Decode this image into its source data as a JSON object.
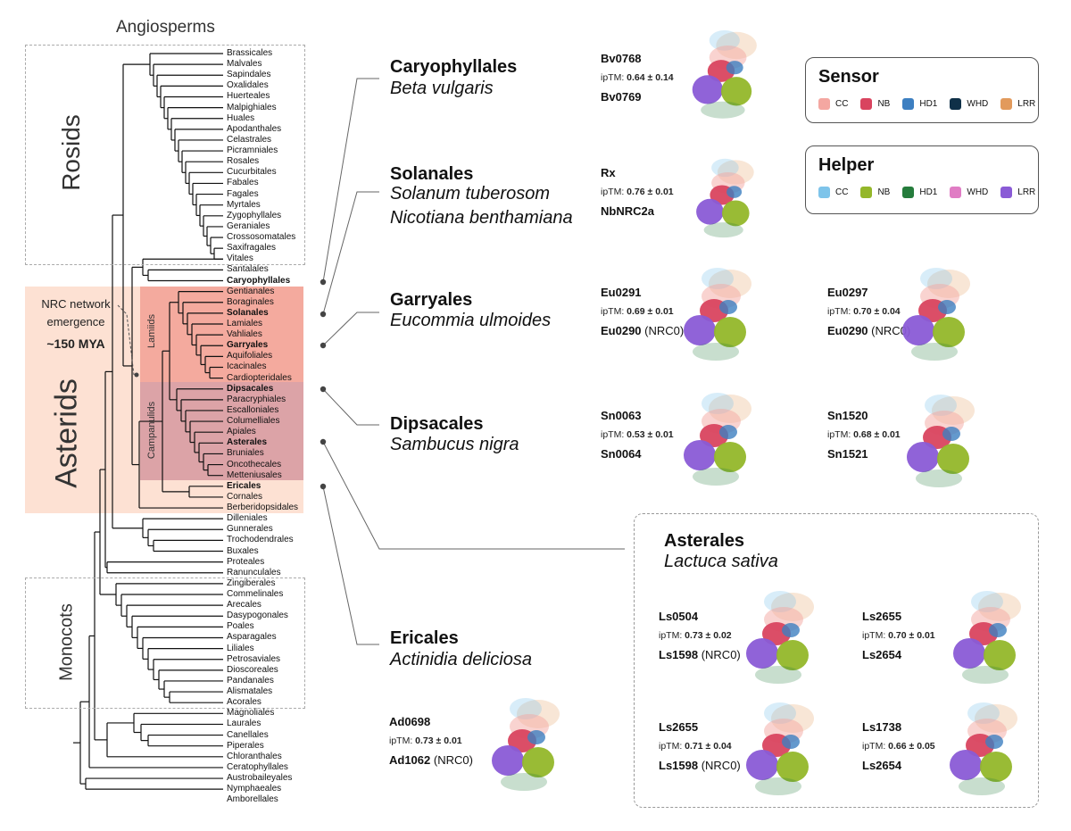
{
  "header": {
    "title": "Angiosperms"
  },
  "groups": {
    "rosids": "Rosids",
    "asterids": "Asterids",
    "monocots": "Monocots",
    "lamiids": "Lamiids",
    "campanulids": "Campanulids"
  },
  "annotation": {
    "line1": "NRC network",
    "line2": "emergence",
    "age": "~150 MYA"
  },
  "orders": [
    {
      "name": "Brassicales",
      "bold": false
    },
    {
      "name": "Malvales",
      "bold": false
    },
    {
      "name": "Sapindales",
      "bold": false
    },
    {
      "name": "Oxalidales",
      "bold": false
    },
    {
      "name": "Huerteales",
      "bold": false
    },
    {
      "name": "Malpighiales",
      "bold": false
    },
    {
      "name": "Huales",
      "bold": false
    },
    {
      "name": "Apodanthales",
      "bold": false
    },
    {
      "name": "Celastrales",
      "bold": false
    },
    {
      "name": "Picramniales",
      "bold": false
    },
    {
      "name": "Rosales",
      "bold": false
    },
    {
      "name": "Cucurbitales",
      "bold": false
    },
    {
      "name": "Fabales",
      "bold": false
    },
    {
      "name": "Fagales",
      "bold": false
    },
    {
      "name": "Myrtales",
      "bold": false
    },
    {
      "name": "Zygophyllales",
      "bold": false
    },
    {
      "name": "Geraniales",
      "bold": false
    },
    {
      "name": "Crossosomatales",
      "bold": false
    },
    {
      "name": "Saxifragales",
      "bold": false
    },
    {
      "name": "Vitales",
      "bold": false
    },
    {
      "name": "Santalales",
      "bold": false
    },
    {
      "name": "Caryophyllales",
      "bold": true
    },
    {
      "name": "Gentianales",
      "bold": false
    },
    {
      "name": "Boraginales",
      "bold": false
    },
    {
      "name": "Solanales",
      "bold": true
    },
    {
      "name": "Lamiales",
      "bold": false
    },
    {
      "name": "Vahliales",
      "bold": false
    },
    {
      "name": "Garryales",
      "bold": true
    },
    {
      "name": "Aquifoliales",
      "bold": false
    },
    {
      "name": "Icacinales",
      "bold": false
    },
    {
      "name": "Cardiopteridales",
      "bold": false
    },
    {
      "name": "Dipsacales",
      "bold": true
    },
    {
      "name": "Paracryphiales",
      "bold": false
    },
    {
      "name": "Escalloniales",
      "bold": false
    },
    {
      "name": "Columelliales",
      "bold": false
    },
    {
      "name": "Apiales",
      "bold": false
    },
    {
      "name": "Asterales",
      "bold": true
    },
    {
      "name": "Bruniales",
      "bold": false
    },
    {
      "name": "Oncothecales",
      "bold": false
    },
    {
      "name": "Metteniusales",
      "bold": false
    },
    {
      "name": "Ericales",
      "bold": true
    },
    {
      "name": "Cornales",
      "bold": false
    },
    {
      "name": "Berberidopsidales",
      "bold": false
    },
    {
      "name": "Dilleniales",
      "bold": false
    },
    {
      "name": "Gunnerales",
      "bold": false
    },
    {
      "name": "Trochodendrales",
      "bold": false
    },
    {
      "name": "Buxales",
      "bold": false
    },
    {
      "name": "Proteales",
      "bold": false
    },
    {
      "name": "Ranunculales",
      "bold": false
    },
    {
      "name": "Zingiberales",
      "bold": false
    },
    {
      "name": "Commelinales",
      "bold": false
    },
    {
      "name": "Arecales",
      "bold": false
    },
    {
      "name": "Dasypogonales",
      "bold": false
    },
    {
      "name": "Poales",
      "bold": false
    },
    {
      "name": "Asparagales",
      "bold": false
    },
    {
      "name": "Liliales",
      "bold": false
    },
    {
      "name": "Petrosaviales",
      "bold": false
    },
    {
      "name": "Dioscoreales",
      "bold": false
    },
    {
      "name": "Pandanales",
      "bold": false
    },
    {
      "name": "Alismatales",
      "bold": false
    },
    {
      "name": "Acorales",
      "bold": false
    },
    {
      "name": "Magnoliales",
      "bold": false
    },
    {
      "name": "Laurales",
      "bold": false
    },
    {
      "name": "Canellales",
      "bold": false
    },
    {
      "name": "Piperales",
      "bold": false
    },
    {
      "name": "Chloranthales",
      "bold": false
    },
    {
      "name": "Ceratophyllales",
      "bold": false
    },
    {
      "name": "Austrobaileyales",
      "bold": false
    },
    {
      "name": "Nymphaeales",
      "bold": false
    },
    {
      "name": "Amborellales",
      "bold": false
    }
  ],
  "panels": {
    "caryophyllales": {
      "clade": "Caryophyllales",
      "species": "Beta vulgaris"
    },
    "solanales": {
      "clade": "Solanales",
      "species1": "Solanum tuberosom",
      "species2": "Nicotiana benthamiana"
    },
    "garryales": {
      "clade": "Garryales",
      "species": "Eucommia ulmoides"
    },
    "dipsacales": {
      "clade": "Dipsacales",
      "species": "Sambucus nigra"
    },
    "ericales": {
      "clade": "Ericales",
      "species": "Actinidia deliciosa"
    },
    "asterales": {
      "clade": "Asterales",
      "species": "Lactuca sativa"
    }
  },
  "pairs": {
    "bv": {
      "a": "Bv0768",
      "iptm_prefix": "ipTM:",
      "iptm": "0.64 ± 0.14",
      "b": "Bv0769",
      "b_suffix": ""
    },
    "rx": {
      "a": "Rx",
      "iptm_prefix": "ipTM:",
      "iptm": "0.76 ± 0.01",
      "b": "NbNRC2a",
      "b_suffix": ""
    },
    "eu1": {
      "a": "Eu0291",
      "iptm_prefix": "ipTM:",
      "iptm": "0.69 ± 0.01",
      "b": "Eu0290",
      "b_suffix": " (NRC0)"
    },
    "eu2": {
      "a": "Eu0297",
      "iptm_prefix": "ipTM:",
      "iptm": "0.70 ± 0.04",
      "b": "Eu0290",
      "b_suffix": " (NRC0)"
    },
    "sn1": {
      "a": "Sn0063",
      "iptm_prefix": "ipTM:",
      "iptm": "0.53 ± 0.01",
      "b": "Sn0064",
      "b_suffix": ""
    },
    "sn2": {
      "a": "Sn1520",
      "iptm_prefix": "ipTM:",
      "iptm": "0.68 ± 0.01",
      "b": "Sn1521",
      "b_suffix": ""
    },
    "ad": {
      "a": "Ad0698",
      "iptm_prefix": "ipTM:",
      "iptm": "0.73 ± 0.01",
      "b": "Ad1062",
      "b_suffix": " (NRC0)"
    },
    "ls1": {
      "a": "Ls0504",
      "iptm_prefix": "ipTM:",
      "iptm": "0.73 ± 0.02",
      "b": "Ls1598",
      "b_suffix": " (NRC0)"
    },
    "ls2": {
      "a": "Ls2655",
      "iptm_prefix": "ipTM:",
      "iptm": "0.70 ± 0.01",
      "b": "Ls2654",
      "b_suffix": ""
    },
    "ls3": {
      "a": "Ls2655",
      "iptm_prefix": "ipTM:",
      "iptm": "0.71 ± 0.04",
      "b": "Ls1598",
      "b_suffix": " (NRC0)"
    },
    "ls4": {
      "a": "Ls1738",
      "iptm_prefix": "ipTM:",
      "iptm": "0.66 ± 0.05",
      "b": "Ls2654",
      "b_suffix": ""
    }
  },
  "legend": {
    "sensor": {
      "title": "Sensor",
      "items": [
        {
          "label": "CC",
          "color": "#f4a7a1"
        },
        {
          "label": "NB",
          "color": "#d9445f"
        },
        {
          "label": "HD1",
          "color": "#3d7fc1"
        },
        {
          "label": "WHD",
          "color": "#0f3048"
        },
        {
          "label": "LRR",
          "color": "#e29a5c"
        }
      ]
    },
    "helper": {
      "title": "Helper",
      "items": [
        {
          "label": "CC",
          "color": "#7ec4ea"
        },
        {
          "label": "NB",
          "color": "#94b72a"
        },
        {
          "label": "HD1",
          "color": "#257c3c"
        },
        {
          "label": "WHD",
          "color": "#e07cc4"
        },
        {
          "label": "LRR",
          "color": "#8a5bd6"
        }
      ]
    }
  },
  "colors": {
    "asterid_bg": "#fde1d3",
    "lamiid_bg": "#f4aa9e",
    "campanulid_bg": "#dca3a7"
  }
}
